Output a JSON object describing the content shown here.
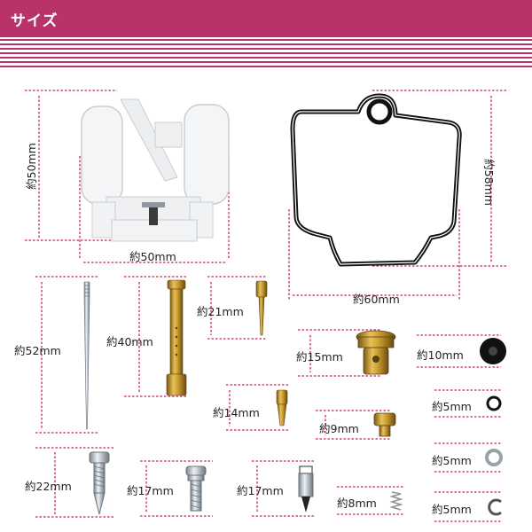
{
  "header": {
    "title": "サイズ",
    "accent": "#b8336a"
  },
  "parts": [
    {
      "id": "float",
      "label": "約50mm"
    },
    {
      "id": "float-width",
      "label": "約50mm"
    },
    {
      "id": "gasket",
      "label": "約58mm"
    },
    {
      "id": "gasket-width",
      "label": "約60mm"
    },
    {
      "id": "needle",
      "label": "約52mm"
    },
    {
      "id": "emulsion-tube",
      "label": "約40mm"
    },
    {
      "id": "main-jet-holder",
      "label": "約21mm"
    },
    {
      "id": "pilot-jet",
      "label": "約14mm"
    },
    {
      "id": "needle-jet-holder",
      "label": "約15mm"
    },
    {
      "id": "main-jet",
      "label": "約9mm"
    },
    {
      "id": "rubber-cap",
      "label": "約10mm"
    },
    {
      "id": "o-ring-black",
      "label": "約5mm"
    },
    {
      "id": "washer",
      "label": "約5mm"
    },
    {
      "id": "e-clip",
      "label": "約5mm"
    },
    {
      "id": "air-screw",
      "label": "約22mm"
    },
    {
      "id": "idle-screw",
      "label": "約17mm"
    },
    {
      "id": "float-valve",
      "label": "約17mm"
    },
    {
      "id": "spring",
      "label": "約8mm"
    }
  ]
}
